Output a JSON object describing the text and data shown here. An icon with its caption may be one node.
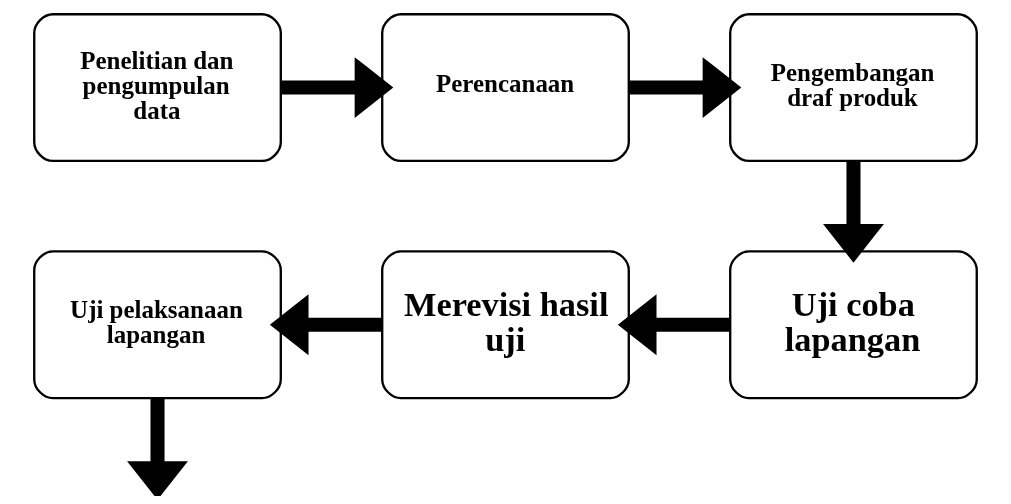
{
  "diagram": {
    "nodes": [
      {
        "text": [
          "Penelitian dan pengumpulan data"
        ]
      },
      {
        "text": [
          "Perencanaan"
        ]
      },
      {
        "text": [
          "Pengembangan draf produk"
        ]
      },
      {
        "text": [
          "Uji coba lapangan"
        ]
      },
      {
        "text": [
          "Merevisi hasil uji"
        ]
      },
      {
        "text": [
          "Uji pelaksanaan lapangan"
        ]
      }
    ],
    "edges": [
      {
        "from": 0,
        "to": 1,
        "arrow": "to"
      },
      {
        "from": 1,
        "to": 2,
        "arrow": "to"
      },
      {
        "from": 2,
        "to": 3,
        "arrow": "to"
      },
      {
        "from": 3,
        "to": 4,
        "arrow": "to"
      },
      {
        "from": 4,
        "to": 5,
        "arrow": "to"
      },
      {
        "from": 5,
        "to": null,
        "arrow": "to"
      }
    ]
  }
}
